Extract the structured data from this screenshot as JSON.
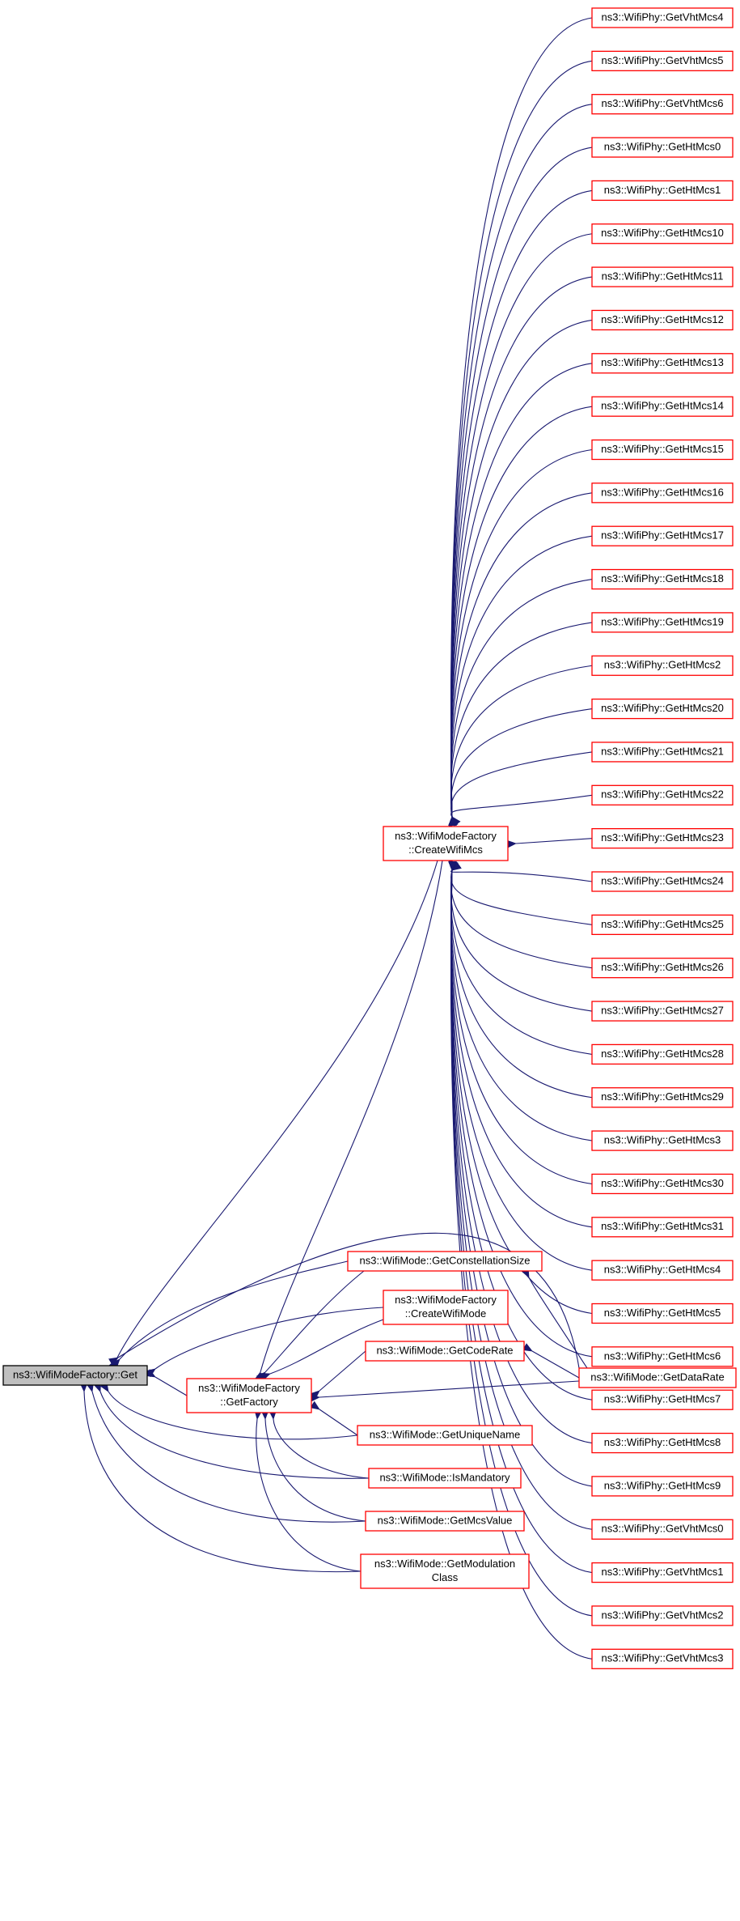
{
  "colors": {
    "edge": "#191970",
    "node_border": "#ff0000",
    "root_fill": "#bfbfbf"
  },
  "nodes": {
    "root": "ns3::WifiModeFactory::Get",
    "getfactory": [
      "ns3::WifiModeFactory",
      "::GetFactory"
    ],
    "createwifimcs": [
      "ns3::WifiModeFactory",
      "::CreateWifiMcs"
    ],
    "createwifimode": [
      "ns3::WifiModeFactory",
      "::CreateWifiMode"
    ],
    "getconstellationsize": "ns3::WifiMode::GetConstellationSize",
    "getcoderate": "ns3::WifiMode::GetCodeRate",
    "getuniquename": "ns3::WifiMode::GetUniqueName",
    "ismandatory": "ns3::WifiMode::IsMandatory",
    "getmcsvalue": "ns3::WifiMode::GetMcsValue",
    "getmodulationclass": [
      "ns3::WifiMode::GetModulation",
      "Class"
    ],
    "getdatarate": "ns3::WifiMode::GetDataRate",
    "callers": [
      "ns3::WifiPhy::GetVhtMcs4",
      "ns3::WifiPhy::GetVhtMcs5",
      "ns3::WifiPhy::GetVhtMcs6",
      "ns3::WifiPhy::GetHtMcs0",
      "ns3::WifiPhy::GetHtMcs1",
      "ns3::WifiPhy::GetHtMcs10",
      "ns3::WifiPhy::GetHtMcs11",
      "ns3::WifiPhy::GetHtMcs12",
      "ns3::WifiPhy::GetHtMcs13",
      "ns3::WifiPhy::GetHtMcs14",
      "ns3::WifiPhy::GetHtMcs15",
      "ns3::WifiPhy::GetHtMcs16",
      "ns3::WifiPhy::GetHtMcs17",
      "ns3::WifiPhy::GetHtMcs18",
      "ns3::WifiPhy::GetHtMcs19",
      "ns3::WifiPhy::GetHtMcs2",
      "ns3::WifiPhy::GetHtMcs20",
      "ns3::WifiPhy::GetHtMcs21",
      "ns3::WifiPhy::GetHtMcs22",
      "ns3::WifiPhy::GetHtMcs23",
      "ns3::WifiPhy::GetHtMcs24",
      "ns3::WifiPhy::GetHtMcs25",
      "ns3::WifiPhy::GetHtMcs26",
      "ns3::WifiPhy::GetHtMcs27",
      "ns3::WifiPhy::GetHtMcs28",
      "ns3::WifiPhy::GetHtMcs29",
      "ns3::WifiPhy::GetHtMcs3",
      "ns3::WifiPhy::GetHtMcs30",
      "ns3::WifiPhy::GetHtMcs31",
      "ns3::WifiPhy::GetHtMcs4",
      "ns3::WifiPhy::GetHtMcs5",
      "ns3::WifiPhy::GetHtMcs6",
      "ns3::WifiPhy::GetHtMcs7",
      "ns3::WifiPhy::GetHtMcs8",
      "ns3::WifiPhy::GetHtMcs9",
      "ns3::WifiPhy::GetVhtMcs0",
      "ns3::WifiPhy::GetVhtMcs1",
      "ns3::WifiPhy::GetVhtMcs2",
      "ns3::WifiPhy::GetVhtMcs3"
    ]
  }
}
